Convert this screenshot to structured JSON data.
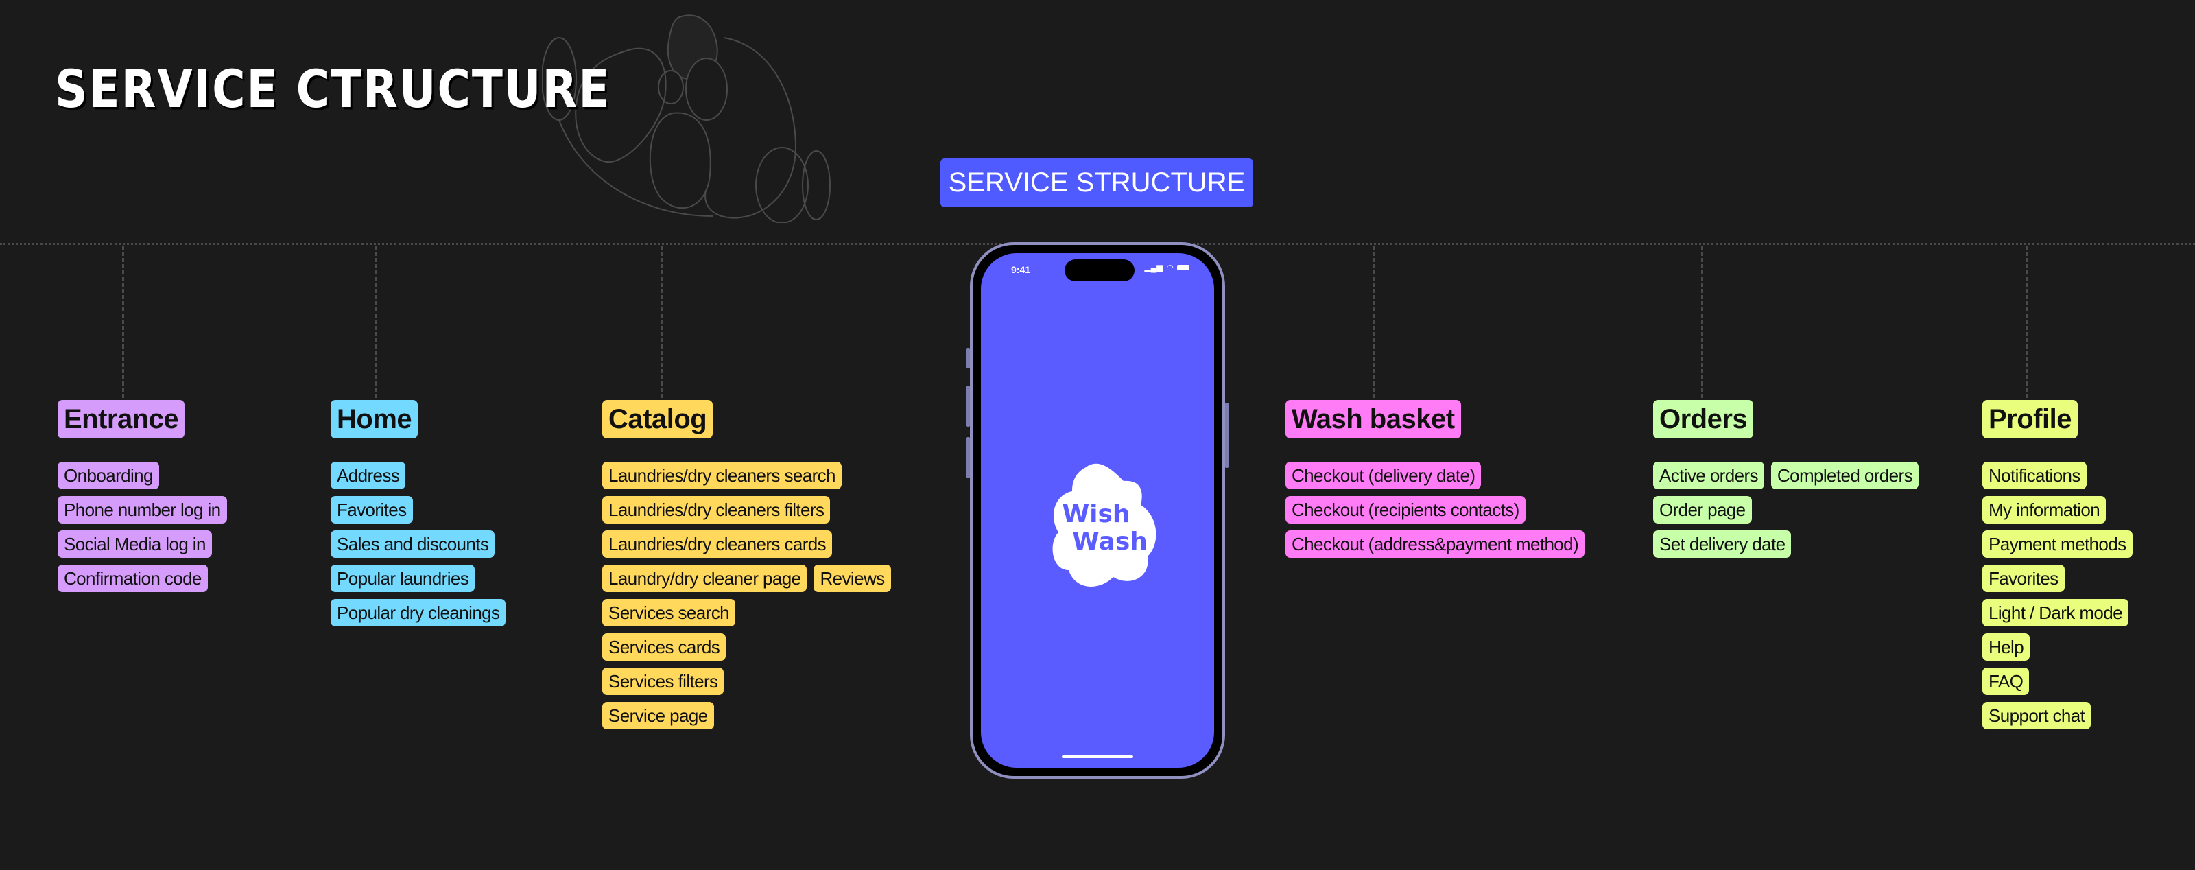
{
  "title": "SERVICE CTRUCTURE",
  "badge": "SERVICE STRUCTURE",
  "phone": {
    "time": "9:41",
    "logo_line1": "Wish",
    "logo_line2": "Wash",
    "screen_color": "#5a5cff"
  },
  "columns": [
    {
      "header": "Entrance",
      "color": "#d59cfb",
      "rows": [
        [
          "Onboarding"
        ],
        [
          "Phone number log in"
        ],
        [
          "Social Media log in"
        ],
        [
          "Confirmation code"
        ]
      ]
    },
    {
      "header": "Home",
      "color": "#74d9fe",
      "rows": [
        [
          "Address"
        ],
        [
          "Favorites"
        ],
        [
          "Sales and discounts"
        ],
        [
          "Popular laundries"
        ],
        [
          "Popular dry cleanings"
        ]
      ]
    },
    {
      "header": "Catalog",
      "color": "#ffd85c",
      "rows": [
        [
          "Laundries/dry cleaners search"
        ],
        [
          "Laundries/dry cleaners filters"
        ],
        [
          "Laundries/dry cleaners cards"
        ],
        [
          "Laundry/dry cleaner page",
          "Reviews"
        ],
        [
          "Services search"
        ],
        [
          "Services cards"
        ],
        [
          "Services filters"
        ],
        [
          "Service page"
        ]
      ]
    },
    {
      "header": "Wash basket",
      "color": "#ff7cf6",
      "rows": [
        [
          "Checkout (delivery date)"
        ],
        [
          "Checkout (recipients contacts)"
        ],
        [
          "Checkout (address&payment method)"
        ]
      ]
    },
    {
      "header": "Orders",
      "color": "#c8ffa9",
      "rows": [
        [
          "Active orders",
          "Completed orders"
        ],
        [
          "Order page"
        ],
        [
          "Set delivery date"
        ]
      ]
    },
    {
      "header": "Profile",
      "color": "#e9fe7c",
      "rows": [
        [
          "Notifications"
        ],
        [
          "My information"
        ],
        [
          "Payment methods"
        ],
        [
          "Favorites"
        ],
        [
          "Light / Dark mode"
        ],
        [
          "Help"
        ],
        [
          "FAQ"
        ],
        [
          "Support chat"
        ]
      ]
    }
  ]
}
